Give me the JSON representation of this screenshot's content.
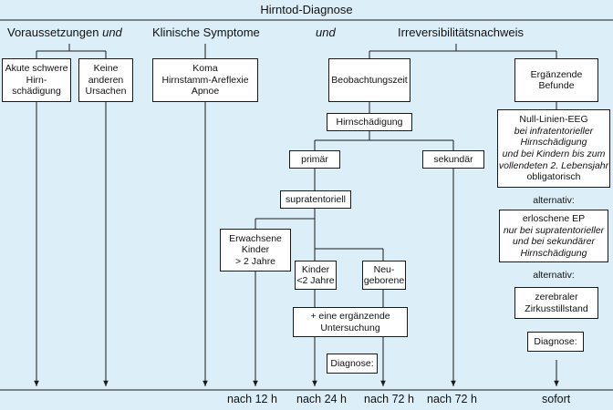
{
  "title": "Hirntod-Diagnose",
  "header": {
    "voraussetzungen": "Voraussetzungen",
    "und1": "und",
    "klinische_symptome": "Klinische Symptome",
    "und2": "und",
    "irreversibilitaet": "Irreversibilitätsnachweis"
  },
  "boxes": {
    "akute_schaedigung": [
      "Akute schwere",
      "Hirn-",
      "schädigung"
    ],
    "keine_ursachen": [
      "Keine",
      "anderen",
      "Ursachen"
    ],
    "symptome": [
      "Koma",
      "Hirnstamm-Areflexie",
      "Apnoe"
    ],
    "beobachtungszeit": "Beobachtungszeit",
    "ergaenzende_befunde": [
      "Ergänzende",
      "Befunde"
    ],
    "hirnschaedigung": "Hirnschädigung",
    "primaer": "primär",
    "sekundaer": "sekundär",
    "supratentoriell": "supratentoriell",
    "erwachsene": [
      "Erwachsene",
      "Kinder",
      "> 2 Jahre"
    ],
    "kinder": [
      "Kinder",
      "<2 Jahre"
    ],
    "neugeborene": [
      "Neu-",
      "geborene"
    ],
    "untersuchung": [
      "+ eine ergänzende",
      "Untersuchung"
    ],
    "diagnose_left": "Diagnose:",
    "eeg": {
      "line1": "Null-Linien-EEG",
      "line2": "bei infratentorieller",
      "line3": "Hirnschädigung",
      "line4": "und bei Kindern bis zum",
      "line5": "vollendeten 2. Lebensjahr",
      "line6": "obligatorisch"
    },
    "alternativ1": "alternativ:",
    "ep": {
      "line1": "erloschene EP",
      "line2": "nur bei supratentorieller",
      "line3": "und bei sekundärer",
      "line4": "Hirnschädigung"
    },
    "alternativ2": "alternativ:",
    "zirkulation": [
      "zerebraler",
      "Zirkusstillstand"
    ],
    "diagnose_right": "Diagnose:"
  },
  "bottom_times": {
    "t1": "nach 12 h",
    "t2": "nach 24 h",
    "t3": "nach 72 h",
    "t4": "nach 72 h",
    "t5": "sofort"
  },
  "colors": {
    "background": "#dceff8",
    "box_fill": "#ffffff",
    "line": "#1a1a1a"
  }
}
